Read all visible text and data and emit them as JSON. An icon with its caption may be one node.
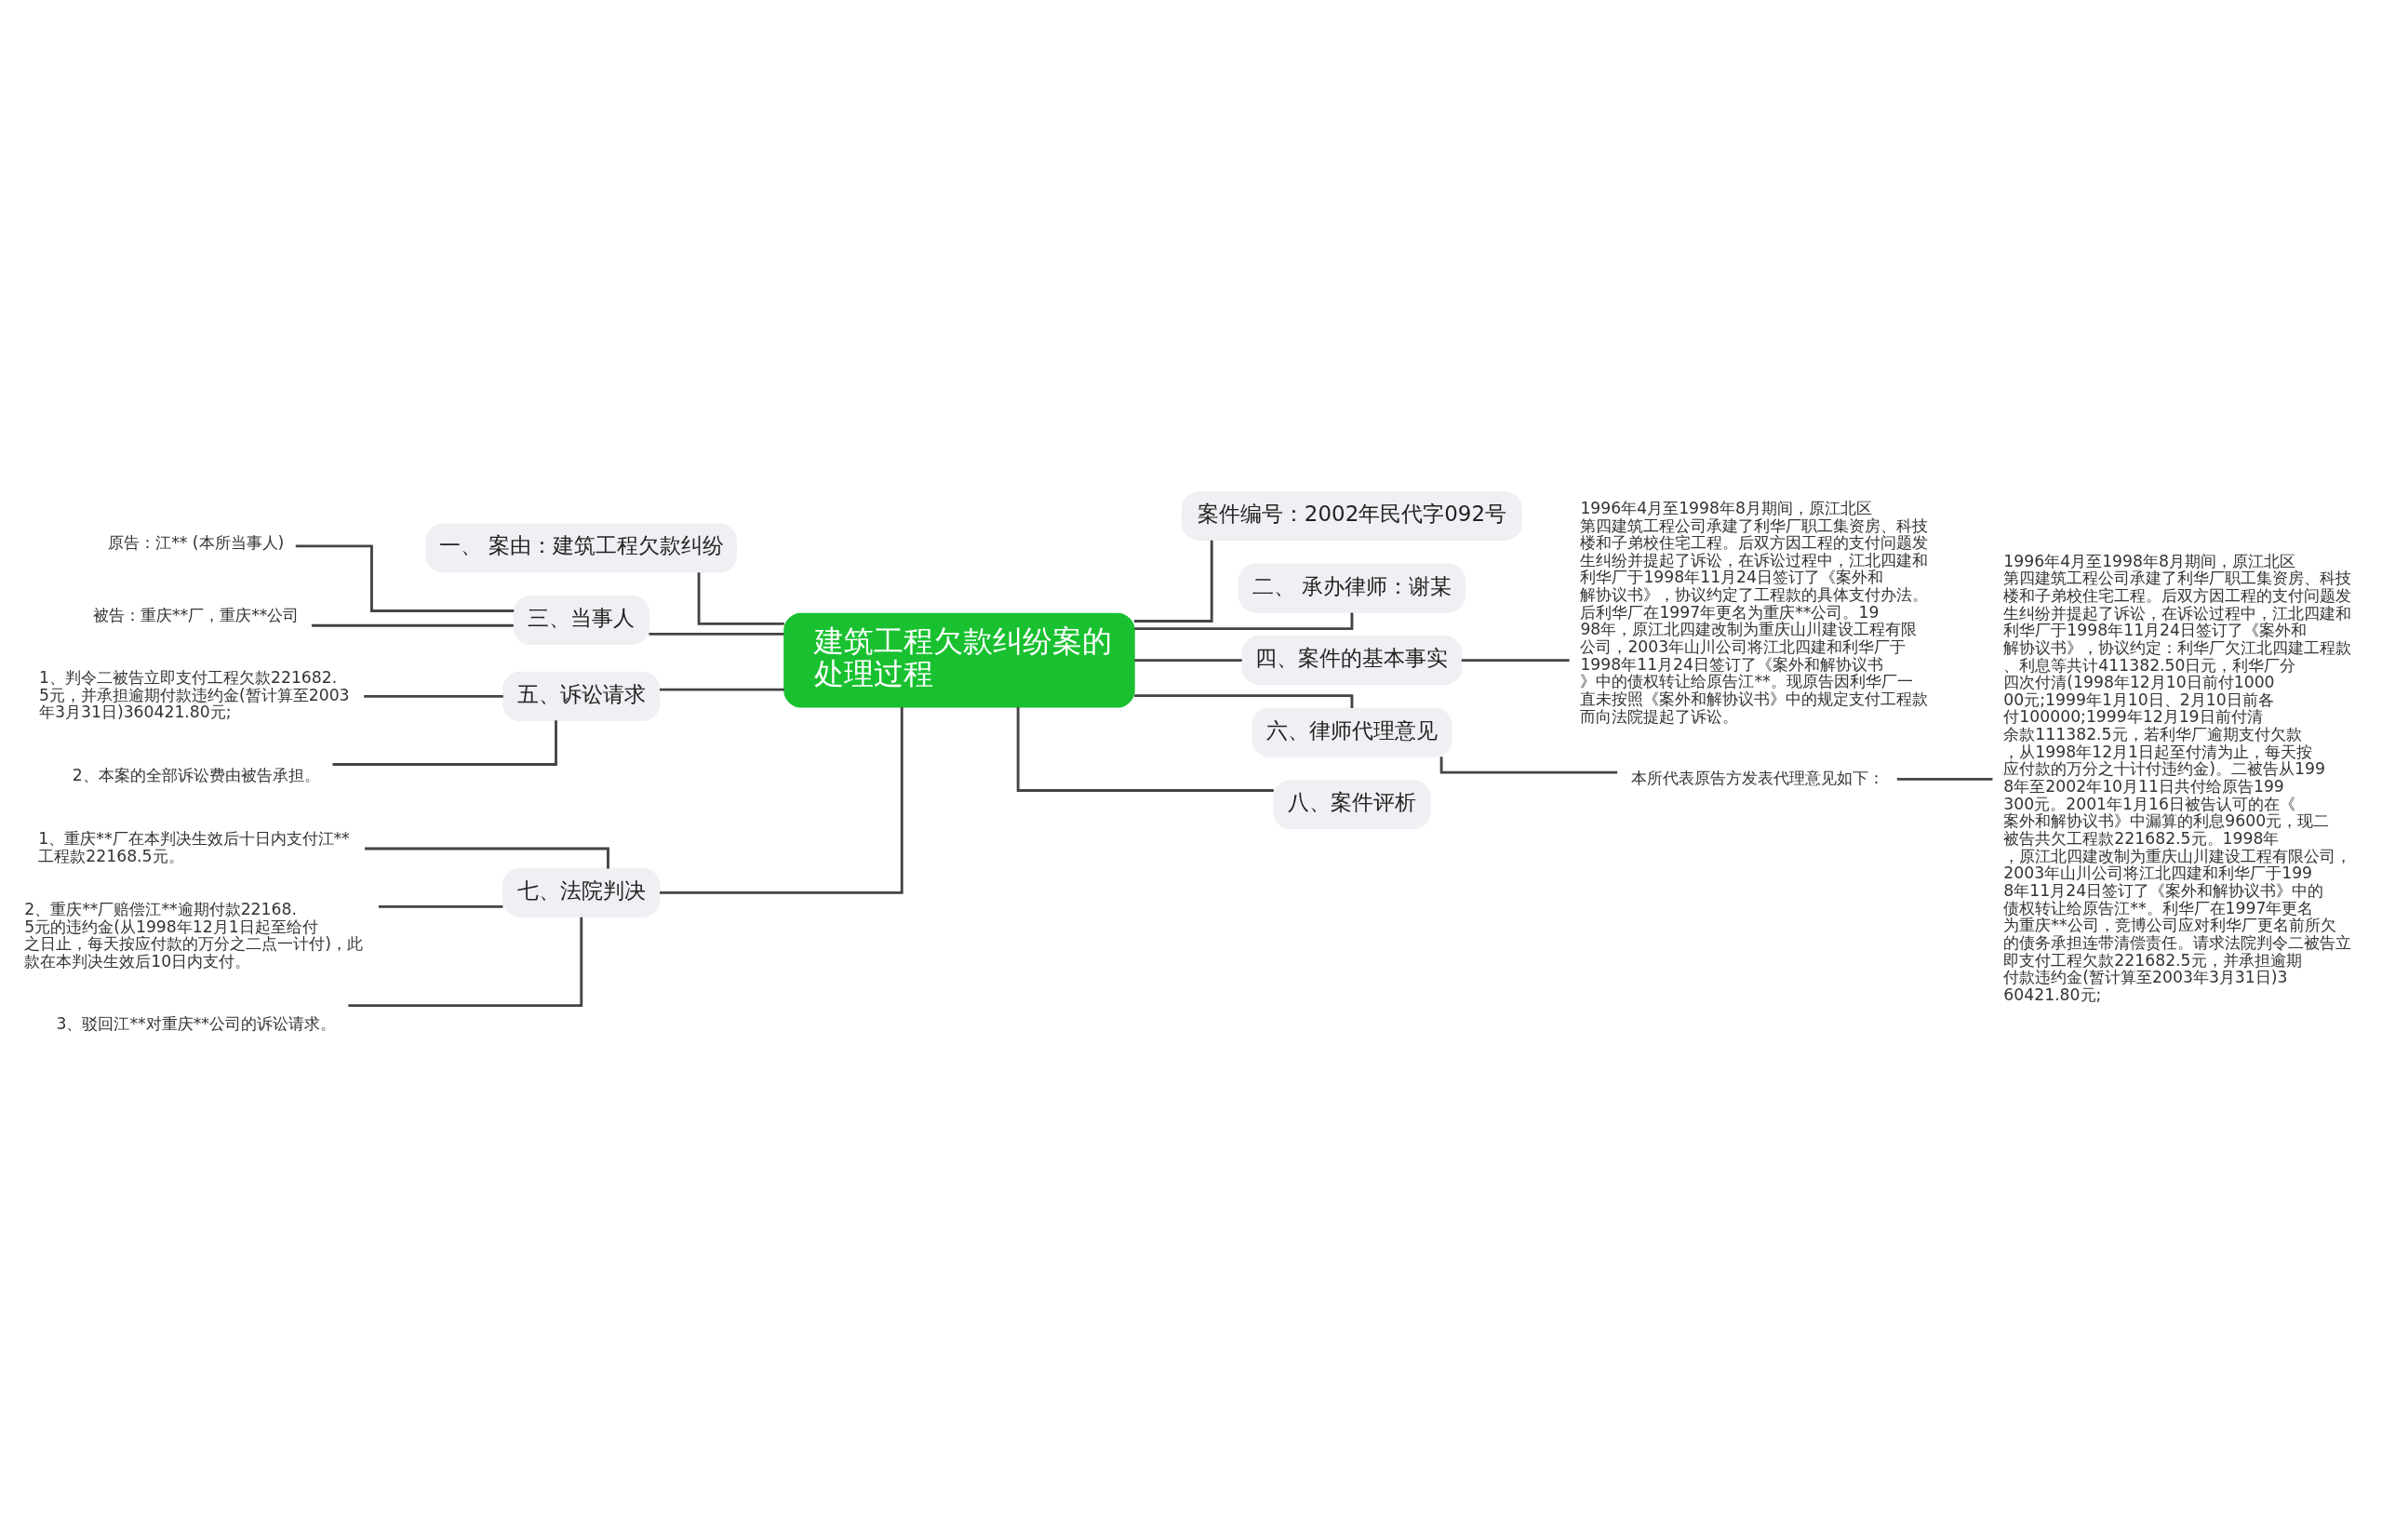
{
  "diagram": {
    "nodes": [
      {
        "text": [
          "建筑工程欠款纠纷案的处理过程"
        ]
      },
      {
        "text": [
          "案件编号：2002年民代字092号"
        ]
      },
      {
        "text": [
          "二、 承办律师：谢某"
        ]
      },
      {
        "text": [
          "四、案件的基本事实"
        ]
      },
      {
        "text": [
          "1996年4月至1998年8月期间，原江北区第四建筑工程公司承建了利华厂职工集资房、科技楼和子弟校住宅工程。后双方因工程的支付问题发生纠纷并提起了诉讼，在诉讼过程中，江北四建和利华厂于1998年11月24日签订了《案外和解协议书》，协议约定了工程款的具体支付办法。后利华厂在1997年更名为重庆**公司。1998年，原江北四建改制为重庆山川建设工程有限公司，2003年山川公司将江北四建和利华厂于1998年11月24日签订了《案外和解协议书》中的债权转让给原告江**。现原告因利华厂一直未按照《案外和解协议书》中的规定支付工程款而向法院提起了诉讼。"
        ]
      },
      {
        "text": [
          "六、律师代理意见"
        ]
      },
      {
        "text": [
          "本所代表原告方发表代理意见如下："
        ]
      },
      {
        "text": [
          "1996年4月至1998年8月期间，原江北区第四建筑工程公司承建了利华厂职工集资房、科技楼和子弟校住宅工程。后双方因工程的支付问题发生纠纷并提起了诉讼，在诉讼过程中，江北四建和利华厂于1998年11月24日签订了《案外和解协议书》，协议约定：利华厂欠江北四建工程款、利息等共计411382.50日元，利华厂分四次付清(1998年12月10日前付100000元;1999年1月10日、2月10日前各付100000;1999年12月19日前付清余款111382.5元，若利华厂逾期支付欠款，从1998年12月1日起至付清为止，每天按应付款的万分之十计付违约金)。二被告从1998年至2002年10月11日共付给原告199300元。2001年1月16日被告认可的在《案外和解协议书》中漏算的利息9600元，现二被告共欠工程款221682.5元。1998年，原江北四建改制为重庆山川建设工程有限公司，2003年山川公司将江北四建和利华厂于1998年11月24日签订了《案外和解协议书》中的债权转让给原告江**。利华厂在1997年更名为重庆**公司，竞博公司应对利华厂更名前所欠的债务承担连带清偿责任。请求法院判令二被告立即支付工程欠款221682.5元，并承担逾期付款违约金(暂计算至2003年3月31日)360421.80元;"
        ]
      },
      {
        "text": [
          "八、案件评析"
        ]
      },
      {
        "text": [
          "一、 案由：建筑工程欠款纠纷"
        ]
      },
      {
        "text": [
          "三、当事人"
        ]
      },
      {
        "text": [
          "原告：江** (本所当事人)"
        ]
      },
      {
        "text": [
          "被告：重庆**厂，重庆**公司"
        ]
      },
      {
        "text": [
          "五、诉讼请求"
        ]
      },
      {
        "text": [
          "1、判令二被告立即支付工程欠款221682.5元，并承担逾期付款违约金(暂计算至2003年3月31日)360421.80元;"
        ]
      },
      {
        "text": [
          "2、本案的全部诉讼费由被告承担。"
        ]
      },
      {
        "text": [
          "七、法院判决"
        ]
      },
      {
        "text": [
          "1、重庆**厂在本判决生效后十日内支付江**工程款22168.5元。"
        ]
      },
      {
        "text": [
          "2、重庆**厂赔偿江**逾期付款22168.5元的违约金(从1998年12月1日起至给付之日止，每天按应付款的万分之二点一计付)，此款在本判决生效后10日内支付。"
        ]
      },
      {
        "text": [
          "3、驳回江**对重庆**公司的诉讼请求。"
        ]
      }
    ],
    "edges": [
      {
        "from": 0,
        "to": 1,
        "arrow": "none"
      },
      {
        "from": 0,
        "to": 2,
        "arrow": "none"
      },
      {
        "from": 0,
        "to": 3,
        "arrow": "none"
      },
      {
        "from": 3,
        "to": 4,
        "arrow": "none"
      },
      {
        "from": 0,
        "to": 5,
        "arrow": "none"
      },
      {
        "from": 5,
        "to": 6,
        "arrow": "none"
      },
      {
        "from": 6,
        "to": 7,
        "arrow": "none"
      },
      {
        "from": 0,
        "to": 8,
        "arrow": "none"
      },
      {
        "from": 0,
        "to": 9,
        "arrow": "none"
      },
      {
        "from": 0,
        "to": 10,
        "arrow": "none"
      },
      {
        "from": 10,
        "to": 11,
        "arrow": "none"
      },
      {
        "from": 10,
        "to": 12,
        "arrow": "none"
      },
      {
        "from": 0,
        "to": 13,
        "arrow": "none"
      },
      {
        "from": 13,
        "to": 14,
        "arrow": "none"
      },
      {
        "from": 13,
        "to": 15,
        "arrow": "none"
      },
      {
        "from": 0,
        "to": 16,
        "arrow": "none"
      },
      {
        "from": 16,
        "to": 17,
        "arrow": "none"
      },
      {
        "from": 16,
        "to": 18,
        "arrow": "none"
      },
      {
        "from": 16,
        "to": 19,
        "arrow": "none"
      }
    ]
  }
}
